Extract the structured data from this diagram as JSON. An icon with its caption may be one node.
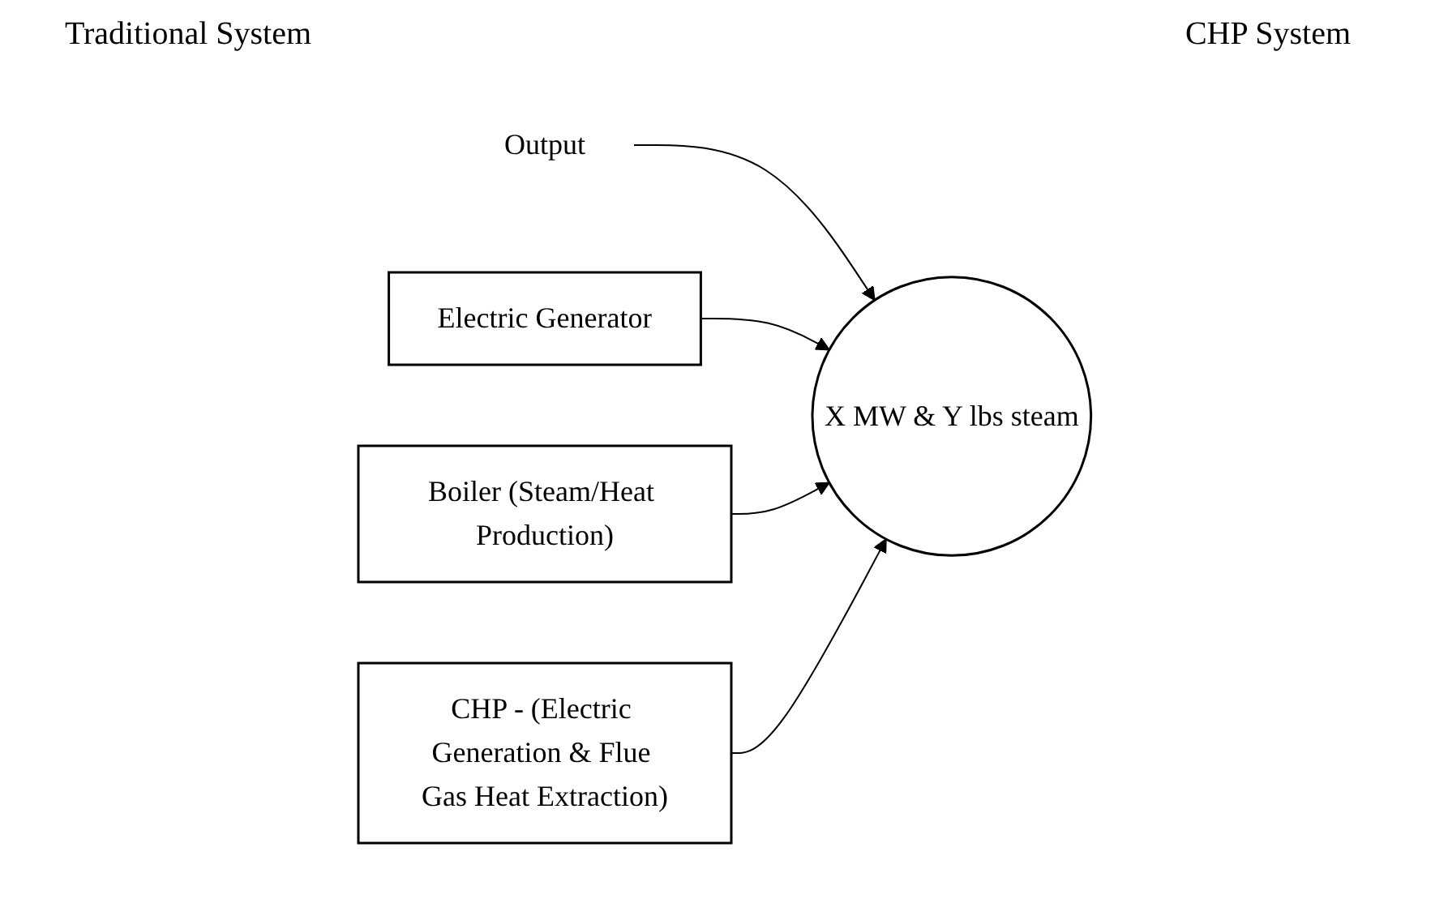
{
  "diagram": {
    "nodes": [
      {
        "text": [
          "Output"
        ]
      },
      {
        "text": [
          "Electric Generator"
        ]
      },
      {
        "text": [
          "Boiler (Steam/Heat Production)"
        ]
      },
      {
        "text": [
          "X MW & Y lbs steam"
        ]
      },
      {
        "text": [
          "CHP - (Electric Generation & Flue Gas Heat Extraction)"
        ]
      }
    ],
    "edges": [
      {
        "from": 0,
        "to": 3,
        "arrow": "to"
      },
      {
        "from": 1,
        "to": 3,
        "arrow": "to"
      },
      {
        "from": 2,
        "to": 3,
        "arrow": "to"
      },
      {
        "from": 4,
        "to": 3,
        "arrow": "to"
      }
    ],
    "labels": [
      "Traditional System",
      "CHP System"
    ]
  }
}
